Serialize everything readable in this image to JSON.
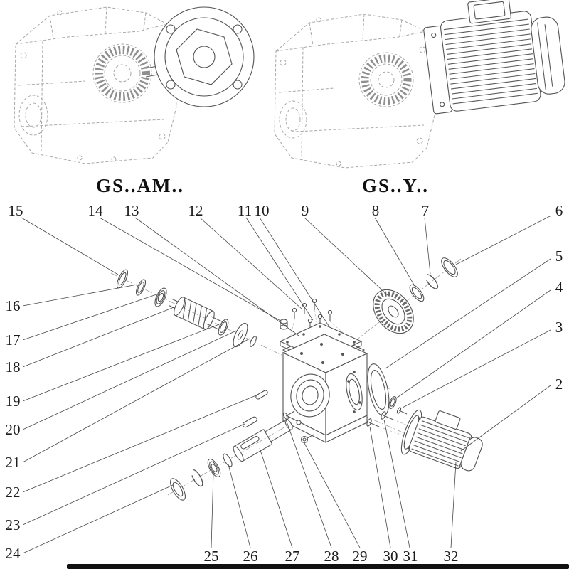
{
  "models": {
    "left": "GS..AM..",
    "right": "GS..Y.."
  },
  "callouts": {
    "top": [
      "15",
      "14",
      "13",
      "12",
      "11",
      "10",
      "9",
      "8",
      "7",
      "6"
    ],
    "right": [
      "5",
      "4",
      "3",
      "2"
    ],
    "left": [
      "16",
      "17",
      "18",
      "19",
      "20",
      "21",
      "22",
      "23",
      "24"
    ],
    "bottom": [
      "25",
      "26",
      "27",
      "28",
      "29",
      "30",
      "31",
      "32"
    ]
  },
  "colors": {
    "phantom_line": "#a8a8a8",
    "solid_line": "#525252",
    "callout_text": "#1b1b1b",
    "bottom_bar": "#111111"
  }
}
